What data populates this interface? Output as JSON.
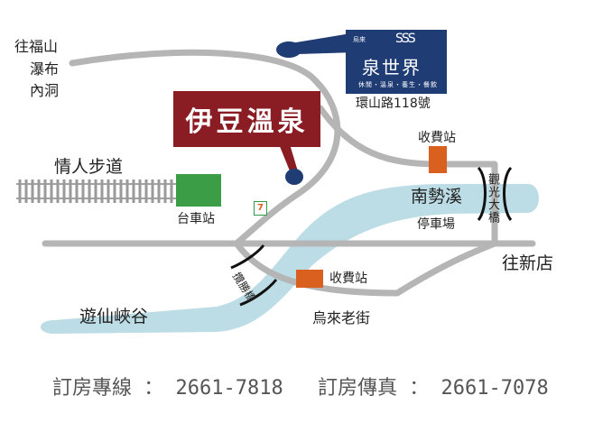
{
  "labels": {
    "fushan_1": "往福山",
    "fushan_2": "瀑布",
    "fushan_3": "內洞",
    "lovers_trail": "情人步道",
    "trolley_station": "台車站",
    "toll_station_top": "收費站",
    "toll_station_bottom": "收費站",
    "nanshi_creek": "南勢溪",
    "parking": "停車場",
    "guanguang_bridge": "觀光大橋",
    "to_xindian": "往新店",
    "yuxian_canyon": "遊仙峽谷",
    "wulai_street": "烏來老街",
    "lansheng_bridge": "攬勝橋",
    "address": "環山路118號",
    "store_glyph": "7"
  },
  "brand": {
    "small_text": "烏來",
    "name": "泉世界",
    "waves": "SSS",
    "tagline": "休閒・溫泉・養生・餐飲"
  },
  "title": "伊豆溫泉",
  "contact": {
    "booking": "訂房專線 ： 2661-7818",
    "fax": "訂房傳真 ： 2661-7078"
  },
  "colors": {
    "road": "#b5b5b5",
    "river": "#bcdde6",
    "rail": "#a3a3a3",
    "station": "#3b9e46",
    "toll": "#d9601e",
    "marker": "#1f3d74",
    "brand": "#1f3d74",
    "title": "#8a1c23"
  }
}
